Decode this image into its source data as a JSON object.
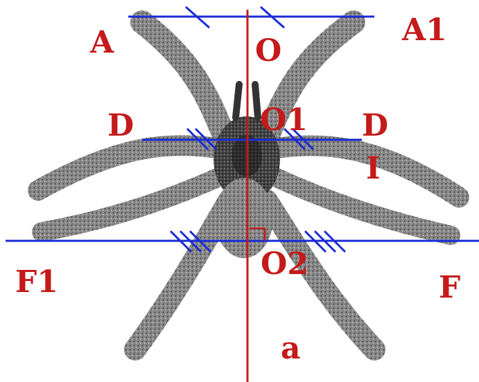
{
  "labels": {
    "A": "A",
    "A1": "A1",
    "O": "O",
    "D_left": "D",
    "O1": "O1",
    "D_right": "D",
    "I": "I",
    "F1": "F1",
    "O2": "O2",
    "F": "F",
    "a": "a"
  },
  "colors": {
    "axis_line": "#c41a1a",
    "reference_lines": "#1a2bd6",
    "label_text": "#c41a1a",
    "spider_body": "#6e6e6e"
  }
}
